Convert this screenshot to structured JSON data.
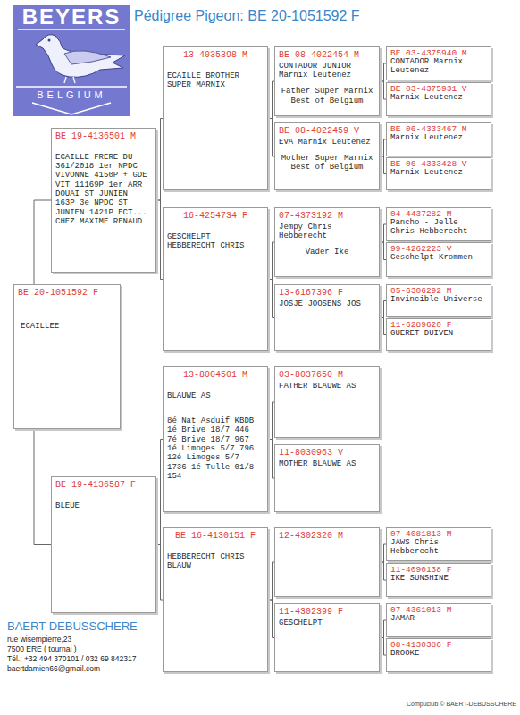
{
  "diagram": {
    "title": "Pédigree Pigeon: BE 20-1051592 F",
    "nodes": [
      {
        "text": [
          "BEYERS",
          "BELGIUM"
        ]
      },
      {
        "text": [
          "BE 20-1051592 F",
          "ECAILLEE"
        ]
      },
      {
        "text": [
          "BE 19-4136501 M",
          "ECAILLE FRERE DU 361/2018 1er NPDC VIVONNE 4150P + GDE VIT 11169P 1er ARR DOUAI ST JUNIEN 163P 3e NPDC ST JUNIEN 1421P ECT... CHEZ MAXIME RENAUD"
        ]
      },
      {
        "text": [
          "BE 19-4136587 F",
          "BLEUE"
        ]
      },
      {
        "text": [
          "13-4035398 M",
          "ECAILLE BROTHER SUPER MARNIX"
        ]
      },
      {
        "text": [
          "16-4254734 F",
          "GESCHELPT HEBBERECHT CHRIS"
        ]
      },
      {
        "text": [
          "13-8004501 M",
          "BLAUWE AS",
          "8é Nat Asduif KBDB 1é Brive 18/7 446 7é Brive 18/7 967 1é Limoges 5/7 796 12é Limoges 5/7 1736 1é Tulle 01/8 154"
        ]
      },
      {
        "text": [
          "BE 16-4130151 F",
          "HEBBERECHT CHRIS BLAUW"
        ]
      },
      {
        "text": [
          "BE 08-4022454 M",
          "CONTADOR JUNIOR Marnix Leutenez",
          "Father Super Marnix Best of Belgium"
        ]
      },
      {
        "text": [
          "BE 08-4022459 V",
          "EVA Marnix Leutenez",
          "Mother Super Marnix Best of Belgium"
        ]
      },
      {
        "text": [
          "07-4373192 M",
          "Jempy Chris Hebberecht",
          "Vader Ike"
        ]
      },
      {
        "text": [
          "13-6167396 F",
          "JOSJE JOOSENS JOS"
        ]
      },
      {
        "text": [
          "03-8037650 M",
          "FATHER BLAUWE AS"
        ]
      },
      {
        "text": [
          "11-8030963 V",
          "MOTHER BLAUWE AS"
        ]
      },
      {
        "text": [
          "12-4302320 M"
        ]
      },
      {
        "text": [
          "11-4302399 F",
          "GESCHELPT"
        ]
      },
      {
        "text": [
          "BE 03-4375940 M",
          "CONTADOR Marnix Leutenez"
        ]
      },
      {
        "text": [
          "BE 03-4375931 V",
          "Marnix Leutenez"
        ]
      },
      {
        "text": [
          "BE 06-4333467 M",
          "Marnix Leutenez"
        ]
      },
      {
        "text": [
          "BE 06-4333428 V",
          "Marnix Leutenez"
        ]
      },
      {
        "text": [
          "04-4437282 M",
          "Pancho - Jelle Chris Hebberecht"
        ]
      },
      {
        "text": [
          "99-4262223 V",
          "Geschelpt Krommen"
        ]
      },
      {
        "text": [
          "05-6306292 M",
          "Invincible Universe"
        ]
      },
      {
        "text": [
          "11-6289620 F",
          "GUERET DUIVEN"
        ]
      },
      {
        "text": [
          "07-4081813 M",
          "JAWS Chris Hebberecht"
        ]
      },
      {
        "text": [
          "11-4090138 F",
          "IKE SUNSHINE"
        ]
      },
      {
        "text": [
          "07-4361013 M",
          "JAMAR"
        ]
      },
      {
        "text": [
          "08-4130386 F",
          "BROOKE"
        ]
      }
    ],
    "edges": [
      {
        "from": 1,
        "to": 2,
        "arrow": "none"
      },
      {
        "from": 1,
        "to": 3,
        "arrow": "none"
      },
      {
        "from": 2,
        "to": 4,
        "arrow": "none"
      },
      {
        "from": 2,
        "to": 5,
        "arrow": "none"
      },
      {
        "from": 3,
        "to": 6,
        "arrow": "none"
      },
      {
        "from": 3,
        "to": 7,
        "arrow": "none"
      },
      {
        "from": 4,
        "to": 8,
        "arrow": "none"
      },
      {
        "from": 4,
        "to": 9,
        "arrow": "none"
      },
      {
        "from": 5,
        "to": 10,
        "arrow": "none"
      },
      {
        "from": 5,
        "to": 11,
        "arrow": "none"
      },
      {
        "from": 6,
        "to": 12,
        "arrow": "none"
      },
      {
        "from": 6,
        "to": 13,
        "arrow": "none"
      },
      {
        "from": 7,
        "to": 14,
        "arrow": "none"
      },
      {
        "from": 7,
        "to": 15,
        "arrow": "none"
      },
      {
        "from": 8,
        "to": 16,
        "arrow": "none"
      },
      {
        "from": 8,
        "to": 17,
        "arrow": "none"
      },
      {
        "from": 9,
        "to": 18,
        "arrow": "none"
      },
      {
        "from": 9,
        "to": 19,
        "arrow": "none"
      },
      {
        "from": 10,
        "to": 20,
        "arrow": "none"
      },
      {
        "from": 10,
        "to": 21,
        "arrow": "none"
      },
      {
        "from": 11,
        "to": 22,
        "arrow": "none"
      },
      {
        "from": 11,
        "to": 23,
        "arrow": "none"
      },
      {
        "from": 14,
        "to": 24,
        "arrow": "none"
      },
      {
        "from": 14,
        "to": 25,
        "arrow": "none"
      },
      {
        "from": 15,
        "to": 26,
        "arrow": "none"
      },
      {
        "from": 15,
        "to": 27,
        "arrow": "none"
      }
    ],
    "labels": [
      "BAERT-DEBUSSCHERE",
      "rue wisempierre,23",
      "7500 ERE ( tournai )",
      "Tél.: +32 494 370101 / 032 69 842317",
      "baertdamien66@gmail.com",
      "Compuclub © BAERT-DEBUSSCHERE"
    ]
  }
}
